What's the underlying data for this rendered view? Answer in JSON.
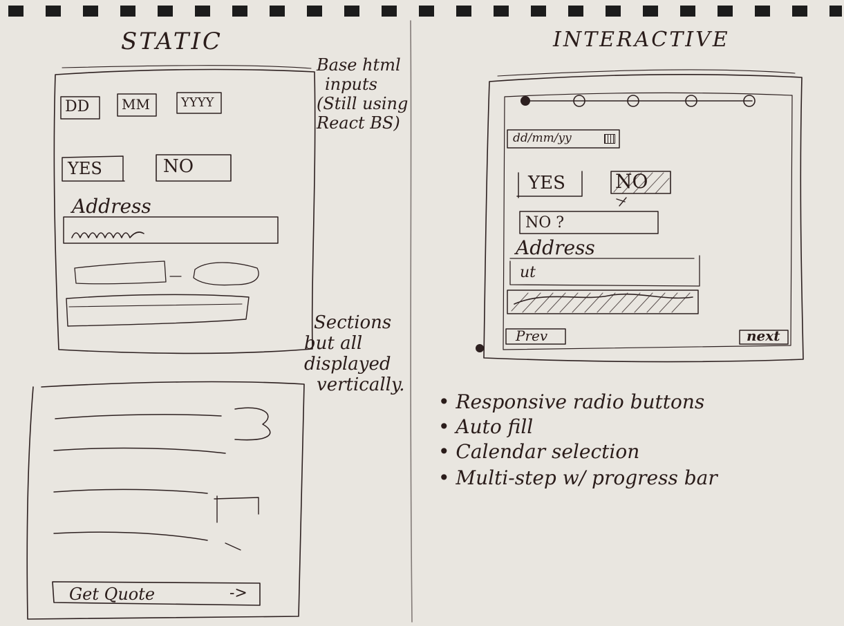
{
  "static": {
    "title": "STATIC",
    "day": "DD",
    "month": "MM",
    "year": "YYYY",
    "yes": "YES",
    "no": "NO",
    "address": "Address",
    "get_quote": "Get Quote",
    "arrow": "->"
  },
  "notes": {
    "base_html": [
      "Base html",
      "inputs",
      "(Still using",
      "React BS)"
    ],
    "sections": [
      "Sections",
      "but all",
      "displayed",
      "vertically."
    ]
  },
  "interactive": {
    "title": "INTERACTIVE",
    "date_placeholder": "dd/mm/yy",
    "yes": "YES",
    "no": "NO",
    "no_followup": "NO ?",
    "address": "Address",
    "address_value": "ut",
    "prev": "Prev",
    "next": "next",
    "progress_steps": 5,
    "features": [
      "• Responsive radio buttons",
      "• Auto fill",
      "• Calendar selection",
      "• Multi-step w/ progress bar"
    ]
  }
}
